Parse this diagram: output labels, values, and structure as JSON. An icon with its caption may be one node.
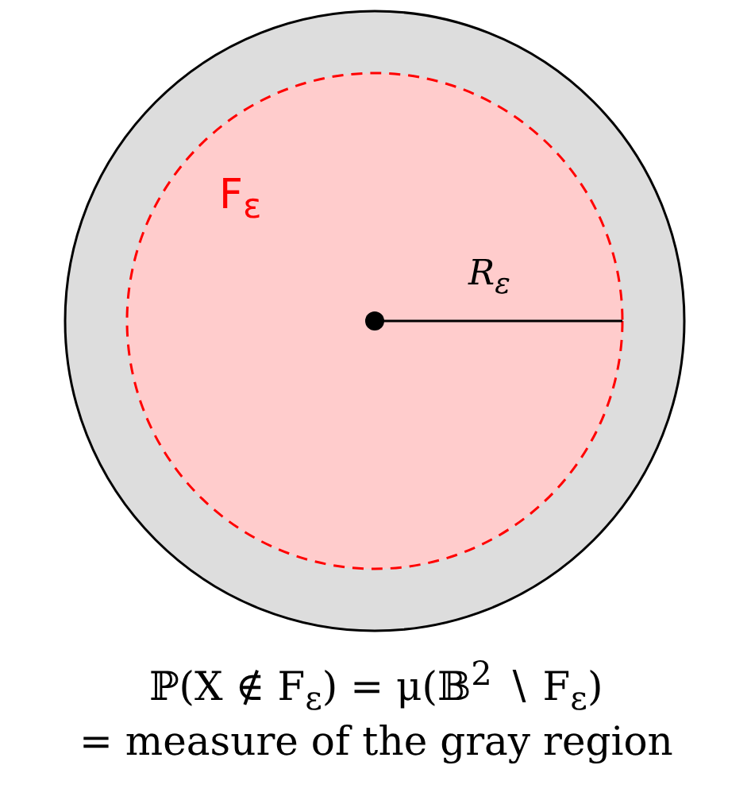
{
  "diagram": {
    "labels": [
      "F$_{ε}$",
      "R$_{ε}$",
      "ℙ(X ∉ F$_{ε}$) = μ(𝔹$^{2}$ ∖ F$_{ε}$)",
      "= measure of the gray region"
    ]
  }
}
